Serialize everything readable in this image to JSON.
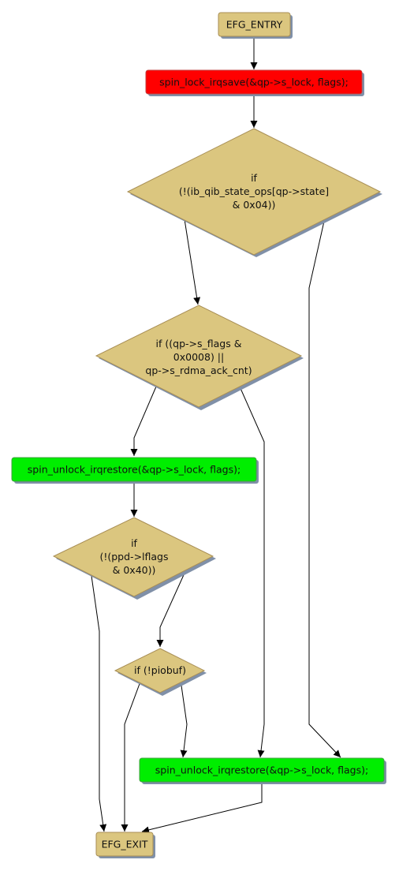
{
  "colors": {
    "background": "#ffffff",
    "node_tan": "#dbc67f",
    "node_red": "#ff0000",
    "node_green": "#00ee00",
    "node_border": "#a88e55",
    "shadow": "#8090a8",
    "edge": "#000000"
  },
  "nodes": {
    "entry": {
      "label": "EFG_ENTRY"
    },
    "lock": {
      "label": "spin_lock_irqsave(&qp->s_lock, flags);"
    },
    "cond1": {
      "line1": "if",
      "line2": "(!(ib_qib_state_ops[qp->state]",
      "line3": "& 0x04))"
    },
    "cond2": {
      "line1": "if ((qp->s_flags &",
      "line2": "0x0008) ||",
      "line3": "qp->s_rdma_ack_cnt)"
    },
    "unlock1": {
      "label": "spin_unlock_irqrestore(&qp->s_lock, flags);"
    },
    "cond3": {
      "line1": "if",
      "line2": "(!(ppd->lflags",
      "line3": "& 0x40))"
    },
    "cond4": {
      "label": "if (!piobuf)"
    },
    "unlock2": {
      "label": "spin_unlock_irqrestore(&qp->s_lock, flags);"
    },
    "exit": {
      "label": "EFG_EXIT"
    }
  }
}
